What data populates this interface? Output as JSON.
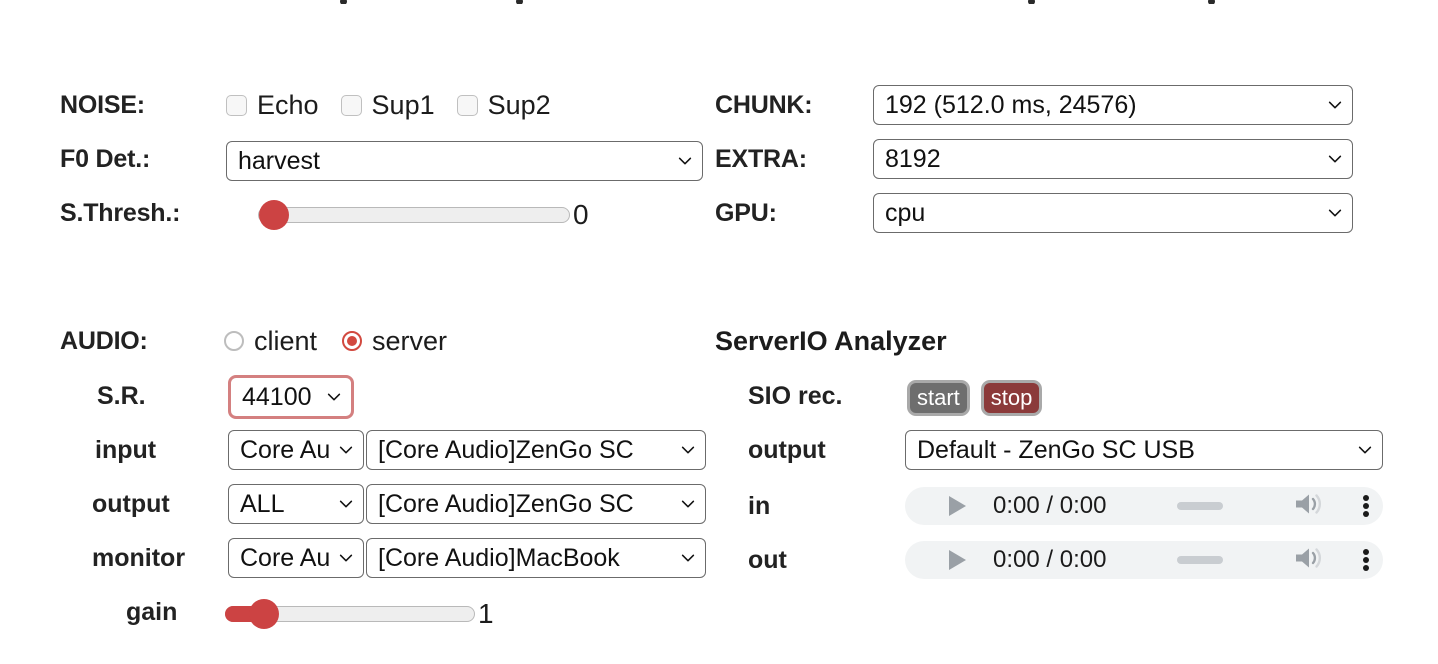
{
  "noise": {
    "label": "NOISE:",
    "checkboxes": [
      {
        "label": "Echo",
        "checked": false
      },
      {
        "label": "Sup1",
        "checked": false
      },
      {
        "label": "Sup2",
        "checked": false
      }
    ]
  },
  "f0": {
    "label": "F0 Det.:",
    "value": "harvest"
  },
  "sthresh": {
    "label": "S.Thresh.:",
    "value": "0",
    "percent": 0
  },
  "chunk": {
    "label": "CHUNK:",
    "value": "192 (512.0 ms, 24576)"
  },
  "extra": {
    "label": "EXTRA:",
    "value": "8192"
  },
  "gpu": {
    "label": "GPU:",
    "value": "cpu"
  },
  "audio": {
    "label": "AUDIO:",
    "modes": [
      {
        "label": "client",
        "selected": false
      },
      {
        "label": "server",
        "selected": true
      }
    ],
    "sr": {
      "label": "S.R.",
      "value": "44100"
    },
    "input": {
      "label": "input",
      "api": "Core Au",
      "device": "[Core Audio]ZenGo SC"
    },
    "output": {
      "label": "output",
      "api": "ALL",
      "device": "[Core Audio]ZenGo SC"
    },
    "monitor": {
      "label": "monitor",
      "api": "Core Au",
      "device": "[Core Audio]MacBook"
    },
    "gain": {
      "label": "gain",
      "value": "1",
      "percent": 15
    }
  },
  "analyzer": {
    "title": "ServerIO Analyzer",
    "rec": {
      "label": "SIO rec.",
      "start": "start",
      "stop": "stop"
    },
    "output": {
      "label": "output",
      "value": "Default - ZenGo SC USB"
    },
    "players": [
      {
        "label": "in",
        "time": "0:00 / 0:00"
      },
      {
        "label": "out",
        "time": "0:00 / 0:00"
      }
    ]
  },
  "colors": {
    "accent_red": "#cc4343",
    "radio_red": "#d2493f",
    "highlight_border": "#d48080",
    "start_grey": "#6e6e6e",
    "stop_red": "#8b3a3a"
  }
}
